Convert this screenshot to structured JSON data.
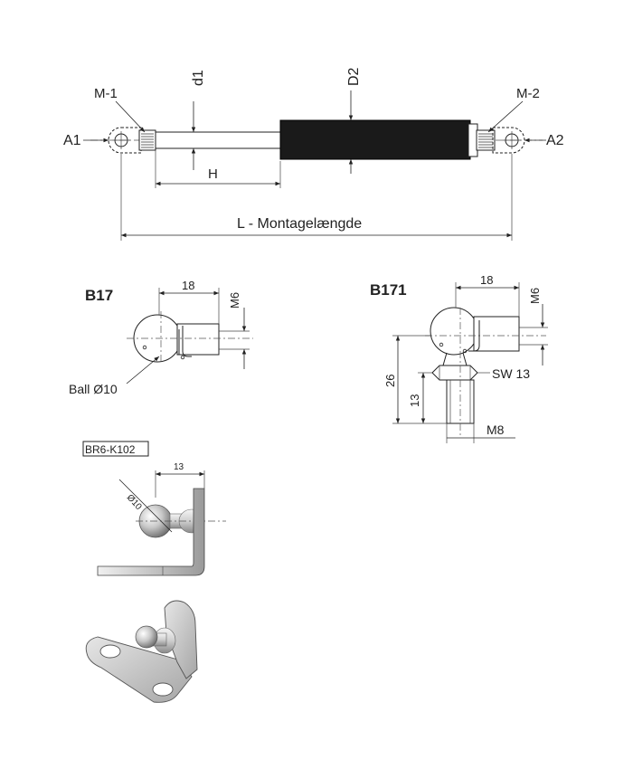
{
  "top": {
    "label_d1": "d1",
    "label_d2": "D2",
    "label_m1": "M-1",
    "label_m2": "M-2",
    "label_a1": "A1",
    "label_a2": "A2",
    "label_h": "H",
    "label_length": "L - Montagelængde"
  },
  "b17": {
    "title": "B17",
    "dim_width": "18",
    "dim_thread": "M6",
    "ball_label": "Ball Ø10"
  },
  "b171": {
    "title": "B171",
    "dim_width": "18",
    "dim_thread": "M6",
    "dim_height_total": "26",
    "dim_height_stud": "13",
    "sw_label": "SW 13",
    "stud_thread": "M8"
  },
  "br6": {
    "title": "BR6-K102",
    "dim_width": "13",
    "dim_ball": "Ø10"
  },
  "colors": {
    "cylinder": "#1a1a1a",
    "line": "#222222",
    "metal_light": "#e8e8e8",
    "metal_dark": "#8a8a8a"
  }
}
